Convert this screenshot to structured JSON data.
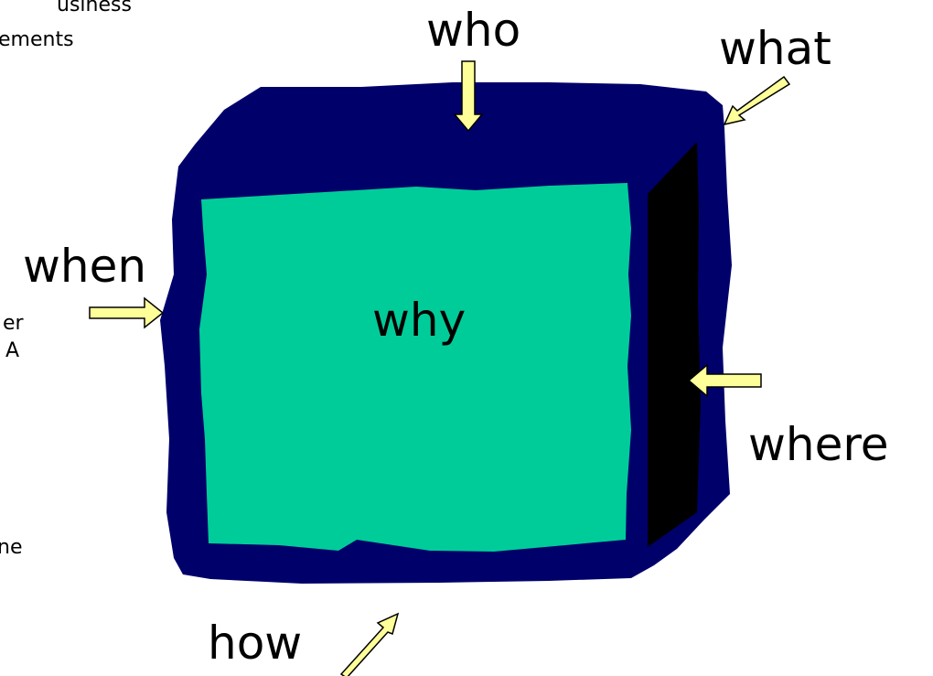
{
  "left_text": {
    "lines": [
      "usiness",
      "ements",
      "er",
      "A",
      "ne"
    ]
  },
  "labels": {
    "who": "who",
    "what": "what",
    "when": "when",
    "why": "why",
    "where": "where",
    "how": "how"
  },
  "colors": {
    "cube_border": "#00006b",
    "cube_face": "#00cc99",
    "cube_side": "#000000",
    "arrow_fill": "#ffff99",
    "arrow_stroke": "#000000"
  },
  "icons": {
    "arrows": [
      "arrow-down-icon",
      "arrow-down-left-icon",
      "arrow-right-icon",
      "arrow-left-icon",
      "arrow-up-right-icon"
    ]
  }
}
